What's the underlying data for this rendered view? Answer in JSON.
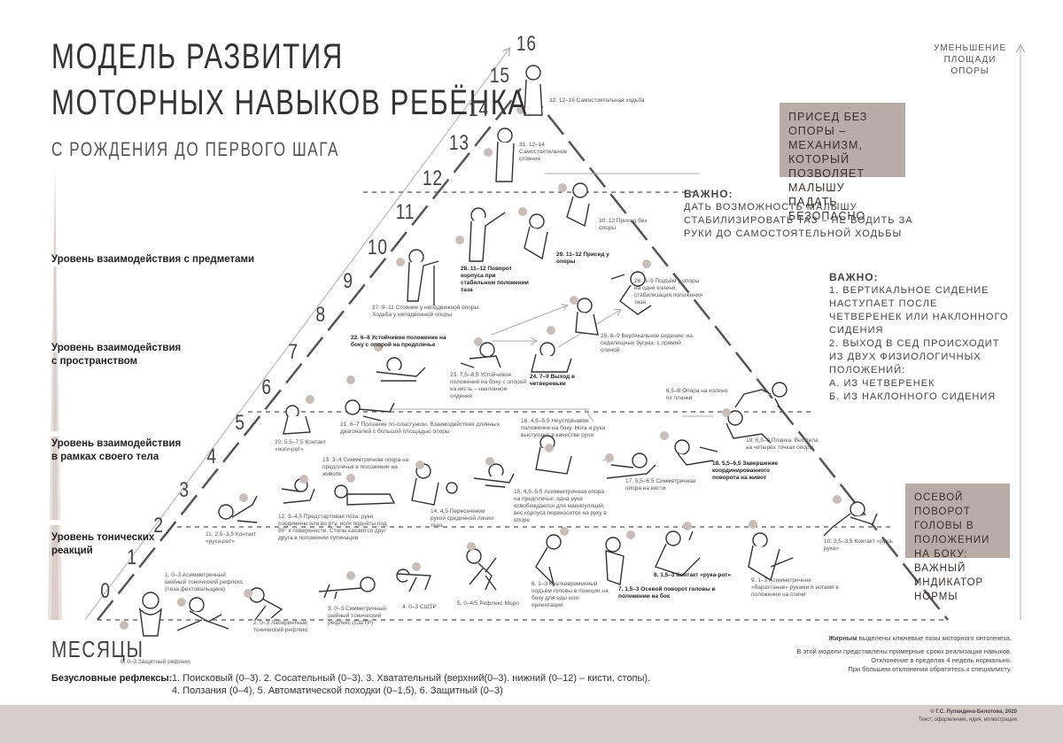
{
  "title": {
    "line1": "МОДЕЛЬ РАЗВИТИЯ",
    "line2": "МОТОРНЫХ НАВЫКОВ РЕБЁНКА",
    "subtitle": "С РОЖДЕНИЯ ДО ПЕРВОГО ШАГА"
  },
  "levels": [
    {
      "label": "Уровень взаимодействия с предметами"
    },
    {
      "label": "Уровень взаимодействия с пространством"
    },
    {
      "label": "Уровень взаимодействия в рамках своего тела"
    },
    {
      "label": "Уровень тонических реакций"
    }
  ],
  "months": [
    "0",
    "1",
    "2",
    "3",
    "4",
    "5",
    "6",
    "7",
    "8",
    "9",
    "10",
    "11",
    "12",
    "13",
    "14",
    "15",
    "16"
  ],
  "months_label": "МЕСЯЦЫ",
  "right_arrow_label": "УМЕНЬШЕНИЕ ПЛОЩАДИ ОПОРЫ",
  "notes": {
    "box_top": "ПРИСЕД БЕЗ ОПОРЫ – МЕХАНИЗМ, КОТОРЫЙ ПОЗВОЛЯЕТ МАЛЫШУ ПАДАТЬ БЕЗОПАСНО",
    "important1_title": "ВАЖНО:",
    "important1_text": "ДАТЬ ВОЗМОЖНОСТЬ МАЛЫШУ СТАБИЛИЗИРОВАТЬ ТАЗ – НЕ ВОДИТЬ ЗА РУКИ ДО САМОСТОЯТЕЛЬНОЙ ХОДЬБЫ",
    "important2_title": "ВАЖНО:",
    "important2_lines": [
      "1. ВЕРТИКАЛЬНОЕ СИДЕНИЕ НАСТУПАЕТ ПОСЛЕ",
      "ЧЕТВЕРЕНЕК ИЛИ НАКЛОННОГО СИДЕНИЯ",
      "2. ВЫХОД В СЕД ПРОИСХОДИТ",
      "ИЗ ДВУХ ФИЗИОЛОГИЧНЫХ ПОЛОЖЕНИЙ:",
      "А. ИЗ ЧЕТВЕРЕНЕК",
      "Б. ИЗ НАКЛОННОГО СИДЕНИЯ"
    ],
    "box_bottom": "ОСЕВОЙ ПОВОРОТ ГОЛОВЫ В ПОЛОЖЕНИИ НА БОКУ: ВАЖНЫЙ ИНДИКАТОР НОРМЫ"
  },
  "captions": {
    "c0": "0. 0–3 Защитный рефлекс",
    "c1": "1. 0–3 Асимметричный шейный тонический рефлекс (поза фехтовальщика)",
    "c2": "2. 0–3 Лабиринтный тонический рефлекс",
    "c3": "3. 0–3 Симметричный шейный тонический рефлекс (СШТР)",
    "c4": "4. 0–3 СШТР",
    "c5": "5. 0–4/5 Рефлекс Моро",
    "c6": "6. 1–3 Кратковременный подъём головы в позиции на боку для еды или ориентации",
    "c7": "7. 1,5–3 Осевой поворот головы в положении на бок",
    "c8": "8. 1,5–3 Контакт «рука-рот»",
    "c9": "9. 1–3 Асимметричное «барахтанье» руками и ногами в положении на спине",
    "c10": "10. 2,5–3,5 Контакт «рука-рука»",
    "c11": "11. 2,5–3,5 Контакт «рука-рот»",
    "c12": "12. 3–4,5 Предстартовая поза: руки соединены или во рту, ноги подняты под 90° к поверхности. Стопы касаются друг друга в положении супинации",
    "c13": "13. 3–4 Симметричная опора на предплечья в положении на животе",
    "c14": "14. 4,5 Пересечение рукой срединной линии тела",
    "c15": "15. 4,5–5,5 Асимметричная опора на предплечье: одна рука освобождается для манипуляций, вес корпуса переносится на руку в опоре",
    "c16": "16. 4,5–5,5 Неустойчивое положение на боку. Нога и рука выступают в качестве руля",
    "c17": "17. 5,5–6,5 Симметричная опора на кисти",
    "c18": "18. 5,5–6,5 Завершение координированного поворота на живот",
    "c19": "19. 6,5–8 Планка. Вес тела на четырёх точках опоры",
    "c19b": "6,5–8 Опора на колено из планки",
    "c20": "20. 5,5–7,5 Контакт «ноги-рот»",
    "c21": "21. 6–7 Ползание по-пластунски. Взаимодействие длинных диагоналей с большой площадью опоры",
    "c22": "22. 6–8 Устойчивое положение на боку с опорой на предплечье",
    "c23": "23. 7,5–8,5 Устойчивое положение на боку с опорой на кисть – наклонное сидение",
    "c24": "24. 7–9 Выход в четвереньки",
    "c25": "25. 8–9 Вертикальное сидение: на седалищных буграх, с прямой спиной",
    "c26": "26. 8–9 Подъём у опоры на одно колено, стабилизация положения таза",
    "c27": "27. 9–11 Стояние у неподвижной опоры. Ходьба у неподвижной опоры",
    "c28": "28. 11–12 Поворот корпуса при стабильном положении таза",
    "c29": "29. 11–12 Присед у опоры",
    "c30": "30. 12 Присед без опоры",
    "c31": "31. 12–14 Самостоятельное стояние",
    "c32": "32. 12–16 Самостоятельная ходьба"
  },
  "reflexes": {
    "label": "Безусловные рефлексы:",
    "line1": "1. Поисковый (0–3). 2. Сосательный (0–3). 3. Хватательный (верхний(0–3). нижний (0–12) – кисти, стопы).",
    "line2": "4. Ползания (0–4), 5. Автоматической походки (0–1,5), 6. Защитный (0–3)"
  },
  "legend": {
    "bold_word": "Жирным",
    "line1_rest": " выделены ключевые позы моторного онтогенеза.",
    "line2": "В этой модели представлены примерные сроки реализации навыков.",
    "line3": "Отклонение в пределах 4 недель нормально.",
    "line4": "При большем отклонении обратитесь к специалисту."
  },
  "copyright": {
    "line1": "© Г.С. Лупандина-Белотова, 2020",
    "line2": "Текст, оформление, идея, иллюстрации"
  },
  "colors": {
    "accent": "#b9aba6",
    "footer": "#d6cdc9",
    "line": "#555555"
  }
}
